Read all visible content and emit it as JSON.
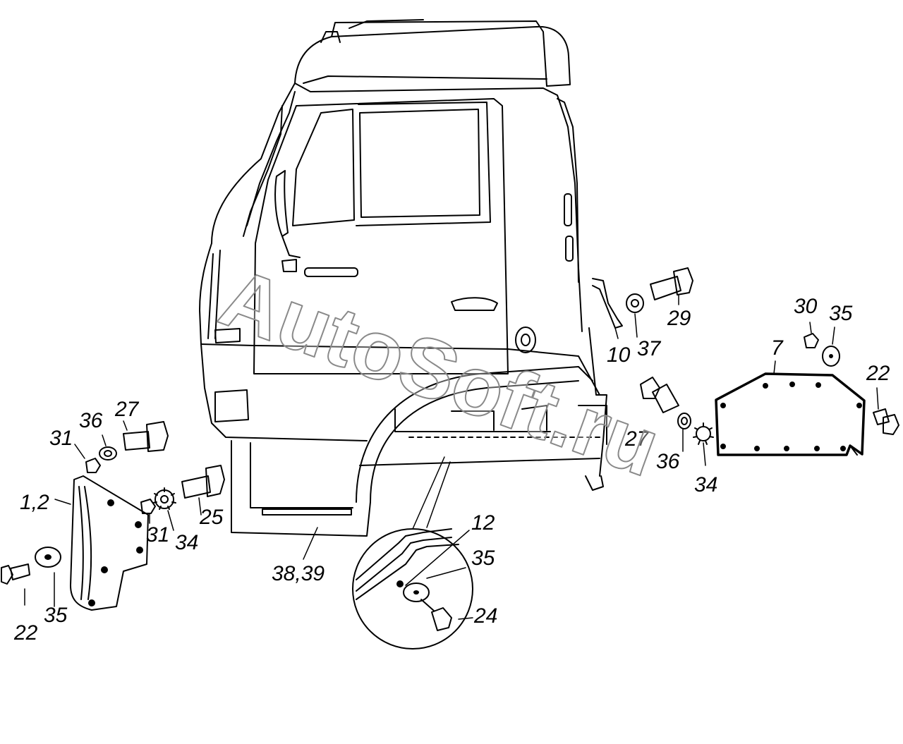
{
  "watermark": "AutoSoft.ru",
  "callouts": {
    "c_1_2": "1,2",
    "c_36_left": "36",
    "c_27_left": "27",
    "c_31_top_left": "31",
    "c_25": "25",
    "c_31_bottom_left": "31",
    "c_34_left": "34",
    "c_22_left": "22",
    "c_35_left": "35",
    "c_38_39": "38,39",
    "c_12": "12",
    "c_35_detail": "35",
    "c_24": "24",
    "c_10": "10",
    "c_37": "37",
    "c_29": "29",
    "c_27_right": "27",
    "c_36_right": "36",
    "c_34_right": "34",
    "c_7": "7",
    "c_30": "30",
    "c_35_right": "35",
    "c_22_right": "22"
  }
}
